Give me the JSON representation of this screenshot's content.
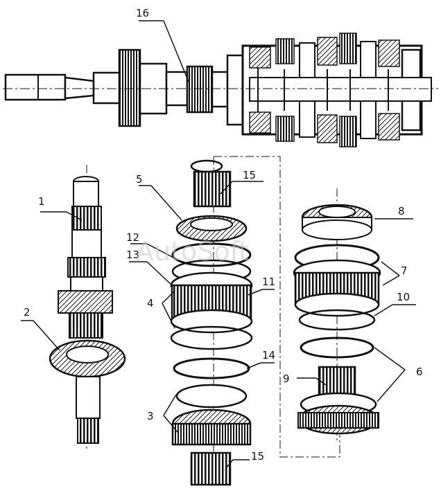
{
  "watermark": "AutoSoft",
  "callouts": {
    "c16": "16",
    "c1": "1",
    "c2": "2",
    "c5": "5",
    "c15a": "15",
    "c12": "12",
    "c13": "13",
    "c11": "11",
    "c4": "4",
    "c14": "14",
    "c3": "3",
    "c15b": "15",
    "c8": "8",
    "c7": "7",
    "c10": "10",
    "c9": "9",
    "c6": "6"
  }
}
